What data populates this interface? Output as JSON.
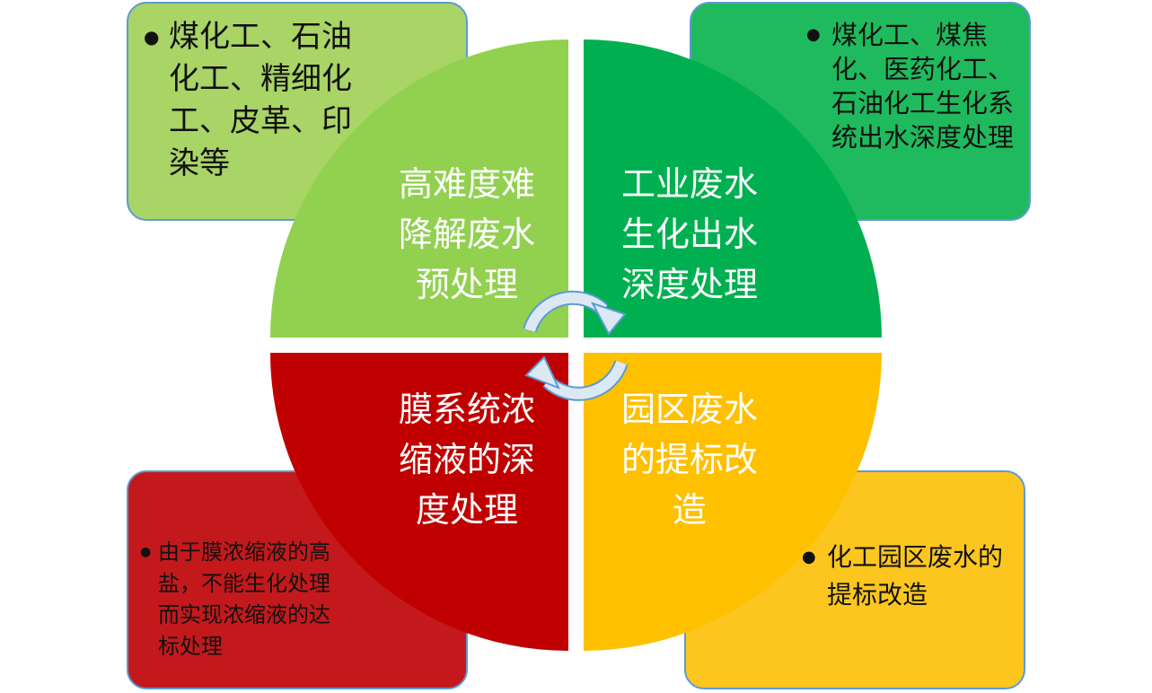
{
  "colors": {
    "quadrant_top_left": "#92d050",
    "quadrant_top_right": "#00b050",
    "quadrant_bottom_left": "#c00000",
    "quadrant_bottom_right": "#ffc000",
    "box_border": "#5b9bd5",
    "arrow": "#bdd7ee"
  },
  "quadrants": {
    "top_left": {
      "title": "高难度难\n降解废水\n预处理",
      "bullet": "煤化工、石油化工、精细化工、皮革、印染等"
    },
    "top_right": {
      "title": "工业废水\n生化出水\n深度处理",
      "bullet": "煤化工、煤焦化、医药化工、石油化工生化系统出水深度处理"
    },
    "bottom_left": {
      "title": "膜系统浓\n缩液的深\n度处理",
      "bullet": "由于膜浓缩液的高盐，不能生化处理而实现浓缩液的达标处理"
    },
    "bottom_right": {
      "title": "园区废水\n的提标改\n造",
      "bullet": "化工园区废水的提标改造"
    }
  },
  "icons": {
    "cycle_arrows": "circular-arrows-icon",
    "bullet": "bullet-dot-icon"
  }
}
